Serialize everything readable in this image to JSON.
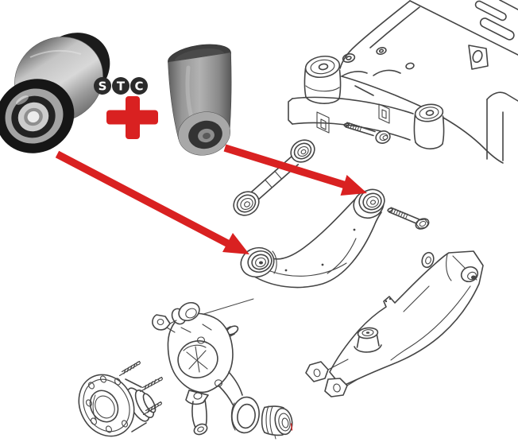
{
  "background": "#ffffff",
  "colors": {
    "accent_red": "#d92121",
    "line_art": "#454545",
    "logo_circle": "#2b2b2b",
    "logo_letter": "#ffffff"
  },
  "brand": {
    "name": "STC",
    "letters": [
      "S",
      "T",
      "C"
    ]
  },
  "plus_sign": "+",
  "parts": {
    "ball_bushing_photo": "ball-joint-bushing-photo",
    "cylindrical_bushing_photo": "cylindrical-rubber-bushing-photo",
    "subframe": "rear-subframe-line-drawing",
    "lateral_link": "lateral-link-with-bushings-line-drawing",
    "upper_control_arm": "curved-control-arm-line-drawing",
    "subframe_bolt": "hex-flange-bolt-line-drawing",
    "arm_bolt": "hex-flange-bolt-line-drawing",
    "washer": "washer-line-drawing",
    "trailing_arm": "trailing-arm-with-bump-stop-line-drawing",
    "wheel_hub": "wheel-hub-with-studs-line-drawing",
    "knuckle": "rear-wheel-knuckle-line-drawing",
    "small_bushing": "small-bushing-line-drawing"
  },
  "annotations": {
    "arrow_count": 2
  }
}
